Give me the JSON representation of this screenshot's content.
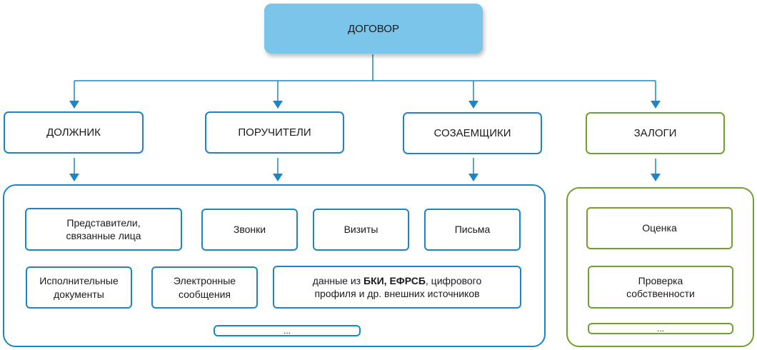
{
  "root": {
    "label": "ДОГОВОР"
  },
  "level1": [
    {
      "id": "debtor",
      "label": "ДОЛЖНИК",
      "color": "#1a86c8"
    },
    {
      "id": "guarantors",
      "label": "ПОРУЧИТЕЛИ",
      "color": "#1a86c8"
    },
    {
      "id": "coborrowers",
      "label": "СОЗАЕМЩИКИ",
      "color": "#1a86c8"
    },
    {
      "id": "collateral",
      "label": "ЗАЛОГИ",
      "color": "#6fa22a"
    }
  ],
  "persons_group": {
    "items": [
      {
        "line1": "Представители,",
        "line2": "связанные лица"
      },
      {
        "line1": "Звонки"
      },
      {
        "line1": "Визиты"
      },
      {
        "line1": "Письма"
      },
      {
        "line1": "Исполнительные",
        "line2": "документы"
      },
      {
        "line1": "Электронные",
        "line2": "сообщения"
      }
    ],
    "external": {
      "prefix": "данные из ",
      "bold1": "БКИ",
      "sep": ", ",
      "bold2": "ЕФРСБ",
      "suffix": ", цифрового",
      "line2": "профиля и др. внешних источников"
    },
    "more": "..."
  },
  "collateral_group": {
    "items": [
      {
        "line1": "Оценка"
      },
      {
        "line1": "Проверка",
        "line2": "собственности"
      }
    ],
    "more": "..."
  },
  "colors": {
    "blue": "#1a86c8",
    "green": "#6fa22a",
    "root_fill": "#7bc4ea"
  }
}
